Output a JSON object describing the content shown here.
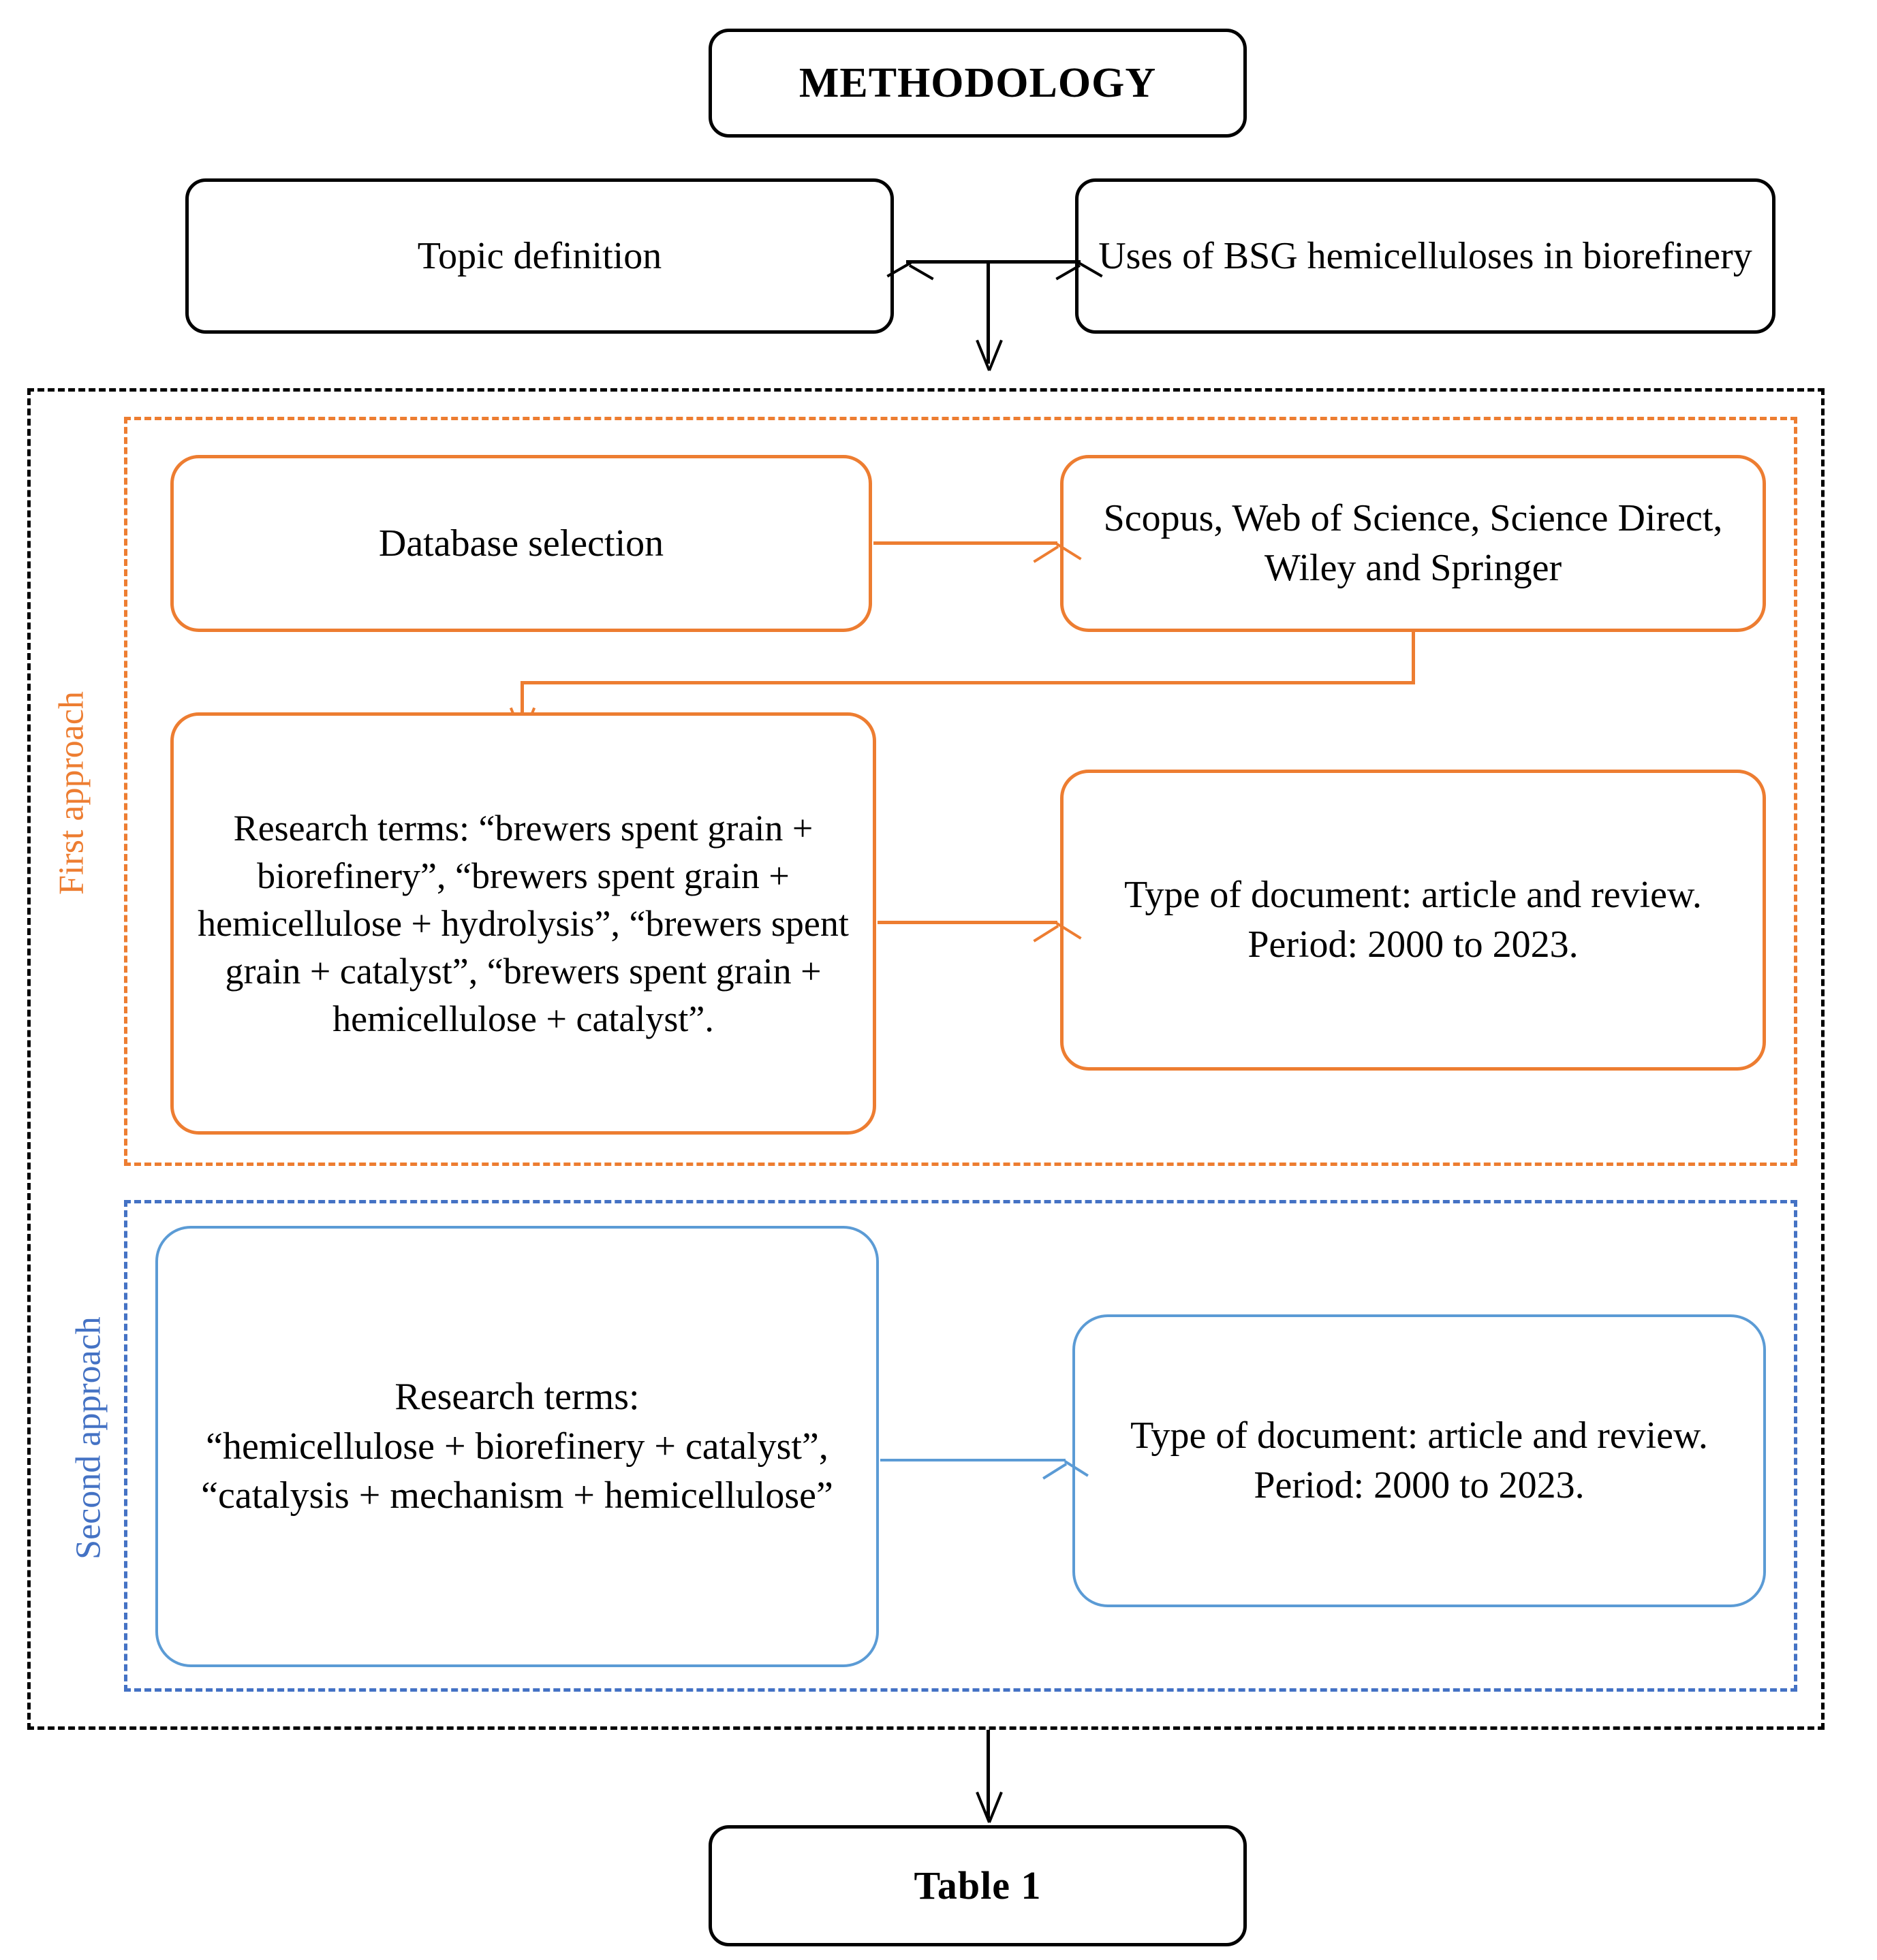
{
  "diagram": {
    "title_box": {
      "label": "METHODOLOGY"
    },
    "row_topic": {
      "left_label": "Topic definition",
      "right_label": "Uses of BSG hemicelluloses in biorefinery"
    },
    "approaches": [
      {
        "id": "first",
        "side_label": "First approach",
        "accent": "#ED7D31",
        "nodes": [
          {
            "name": "database-selection",
            "label": "Database selection"
          },
          {
            "name": "databases-list",
            "label": "Scopus, Web of Science, Science Direct, Wiley and Springer"
          },
          {
            "name": "research-terms",
            "label": "Research terms: “brewers spent grain + biorefinery”, “brewers spent grain + hemicellulose + hydrolysis”, “brewers spent grain + catalyst”, “brewers spent grain + hemicellulose + catalyst”."
          },
          {
            "name": "document-criteria",
            "label": "Type of document: article and review.\nPeriod: 2000 to 2023."
          }
        ]
      },
      {
        "id": "second",
        "side_label": "Second approach",
        "accent": "#4472C4",
        "nodes": [
          {
            "name": "research-terms",
            "label": "Research terms:\n“hemicellulose + biorefinery + catalyst”, “catalysis + mechanism + hemicellulose”"
          },
          {
            "name": "document-criteria",
            "label": "Type of document: article and review.\nPeriod: 2000 to 2023."
          }
        ]
      }
    ],
    "output_box": {
      "label": "Table 1"
    },
    "colors": {
      "black": "#000000",
      "orange": "#ED7D31",
      "blue_dark": "#4472C4",
      "blue_light": "#5B9BD5",
      "background": "#FFFFFF"
    }
  }
}
